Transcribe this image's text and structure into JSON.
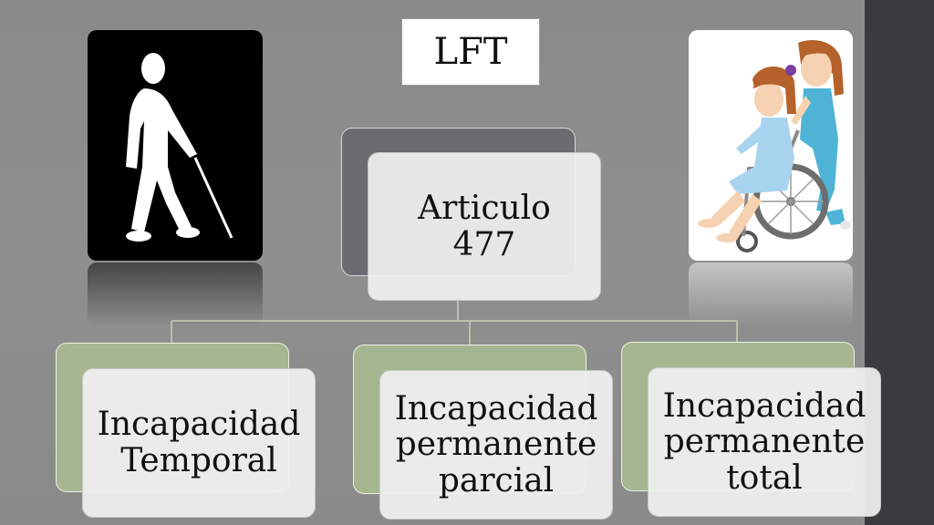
{
  "title": "LFT",
  "root": {
    "label": "Articulo\n477"
  },
  "children": [
    {
      "label": "Incapacidad\nTemporal"
    },
    {
      "label": "Incapacidad\npermanente\nparcial"
    },
    {
      "label": "Incapacidad\npermanente\ntotal"
    }
  ],
  "images": {
    "left": "blind-person-with-cane-icon",
    "right": "nurse-pushing-wheelchair-illustration"
  },
  "colors": {
    "background": "#8d8d8d",
    "sidebar": "#3b3b3d",
    "root_back": "#6b6b72",
    "child_back": "#a6b690",
    "card_front": "#f0f0f0",
    "connector": "#c9d1b6"
  }
}
